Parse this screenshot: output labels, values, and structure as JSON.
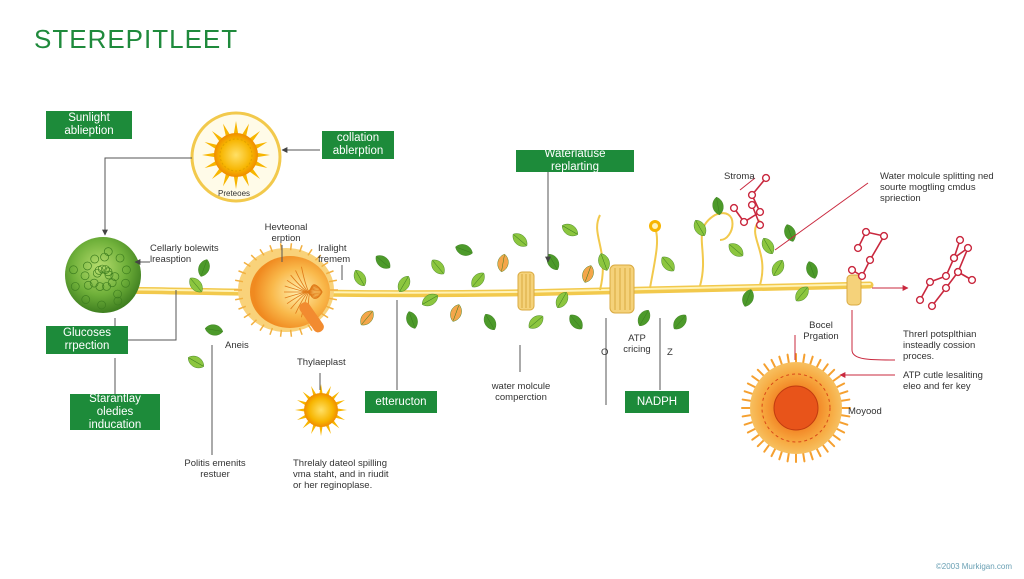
{
  "title": "STEREPITLEET",
  "colors": {
    "brand_green": "#1f8a3c",
    "box_green": "#1d8b3a",
    "stem": "#f2c94c",
    "leaf_light": "#8cc63f",
    "leaf_dark": "#4c9a2a",
    "leaf_orange": "#f4a64a",
    "sun": "#f7b500",
    "chloroplast": "#6fb03a",
    "molecule": "#c9283e",
    "cell_orange": "#f0791c"
  },
  "boxes": {
    "sunlight": "Sunlight ablieption",
    "collation": "collation ablerption",
    "glucose": "Glucoses rrpection",
    "starantlay": "Starantlay oledies inducation",
    "ettercton": "etteructon",
    "waterlatuse": "Waterlatuse replarting",
    "nadph": "NADPH"
  },
  "labels": {
    "sun_inner": "Preteoes",
    "cellarly": "Cellarly bolewits lreasption",
    "hevteonal": "Hevteonal erption",
    "iralight": "Iralight fremem",
    "aneis": "Aneis",
    "thylaplast": "Thylaeplast",
    "politis": "Politis emenits restuer",
    "thrally": "Threlaly dateol spilling vma staht, and in riudit or her reginoplase.",
    "water_molecule": "water molcule comperction",
    "atp": "ATP cricing",
    "o_label": "O",
    "z_label": "Z",
    "stroma": "Stroma",
    "water_split": "Water molcule splitting ned sourte mogtling cmdus spriection",
    "bocel": "Bocel Prgation",
    "threrl": "Threrl potsplthian insteadly cossion proces.",
    "atp_cutle": "ATP cutle lesaliting eleo and fer key",
    "moyood": "Moyood"
  },
  "copyright": "©2003 Murkigan.com"
}
